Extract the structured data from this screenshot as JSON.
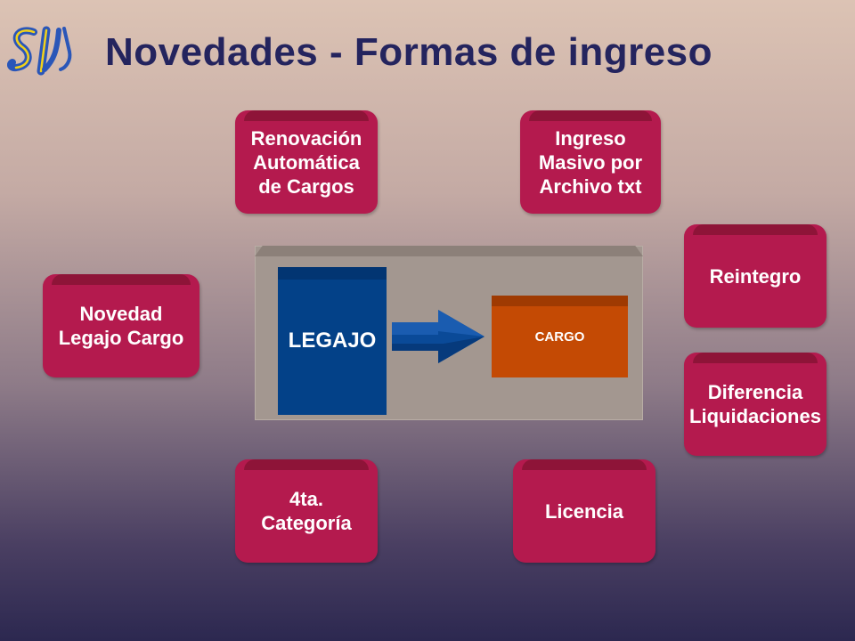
{
  "header": {
    "logo_text": "SI",
    "title": "Novedades - Formas de ingreso"
  },
  "colors": {
    "box": "#b41a4e",
    "legajo": "#034188",
    "cargo": "#c44a04",
    "title": "#24245e"
  },
  "diagram": {
    "center": {
      "legajo_label": "LEGAJO",
      "cargo_label": "CARGO"
    },
    "forms": [
      {
        "id": "renovacion",
        "label": "Renovación\nAutomática\nde Cargos"
      },
      {
        "id": "ingreso-masivo",
        "label": "Ingreso\nMasivo por\nArchivo txt"
      },
      {
        "id": "reintegro",
        "label": "Reintegro"
      },
      {
        "id": "novedad-legajo-cargo",
        "label": "Novedad\nLegajo Cargo"
      },
      {
        "id": "diferencia-liquidaciones",
        "label": "Diferencia\nLiquidaciones"
      },
      {
        "id": "cuarta-categoria",
        "label": "4ta.\nCategoría"
      },
      {
        "id": "licencia",
        "label": "Licencia"
      }
    ]
  }
}
